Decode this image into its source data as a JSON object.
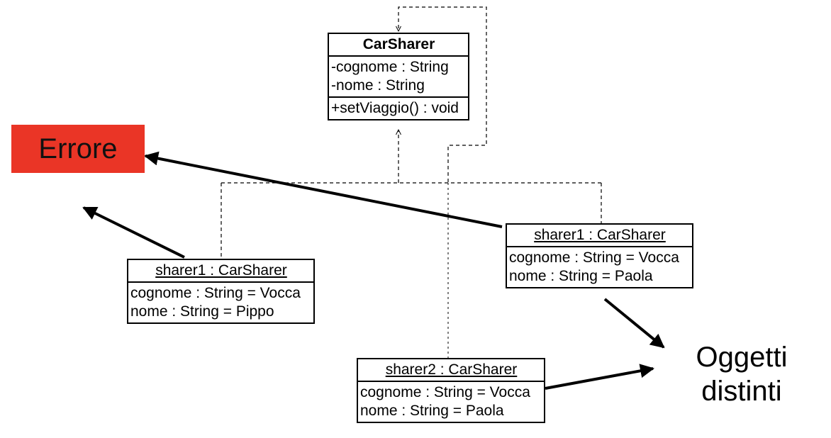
{
  "class_box": {
    "name": "CarSharer",
    "attributes": [
      "-cognome : String",
      "-nome : String"
    ],
    "operations": [
      "+setViaggio() : void"
    ]
  },
  "objects": [
    {
      "title": "sharer1 : CarSharer",
      "fields": [
        "cognome : String = Vocca",
        "nome : String = Pippo"
      ]
    },
    {
      "title": "sharer1 : CarSharer",
      "fields": [
        "cognome : String = Vocca",
        "nome : String = Paola"
      ]
    },
    {
      "title": "sharer2 : CarSharer",
      "fields": [
        "cognome : String = Vocca",
        "nome : String = Paola"
      ]
    }
  ],
  "errore_label": "Errore",
  "oggetti_label": {
    "line1": "Oggetti",
    "line2": "distinti"
  },
  "colors": {
    "errore_bg": "#ea3526",
    "line": "#000000"
  }
}
